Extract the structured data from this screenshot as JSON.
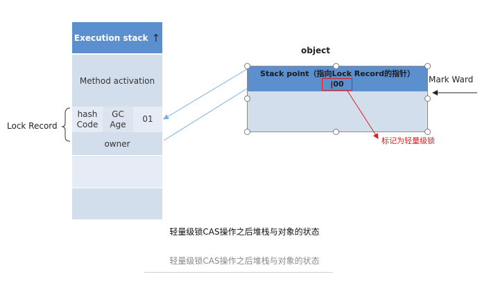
{
  "stack": {
    "header": "Execution stack",
    "method_activation": "Method activation",
    "lock_record": {
      "hash_code": "hash\nCode",
      "gc_age": "GC\nAge",
      "bits": "01",
      "owner": "owner"
    }
  },
  "lock_record_label": "Lock Record",
  "object": {
    "label": "object",
    "header_text": "Stack point（指向Lock Record的指针）",
    "lock_bits": "|00",
    "mark_ward_label": "Mark Ward"
  },
  "annotation": "标记为轻量级锁",
  "caption_bold": "轻量级锁CAS操作之后堆栈与对象的状态",
  "caption_gray": "轻量级锁CAS操作之后堆栈与对象的状态",
  "colors": {
    "header_blue": "#5b8fce",
    "cell_light": "#d3deec",
    "connector_blue": "#7ab0e0",
    "annotation_red": "#d81e1e"
  }
}
